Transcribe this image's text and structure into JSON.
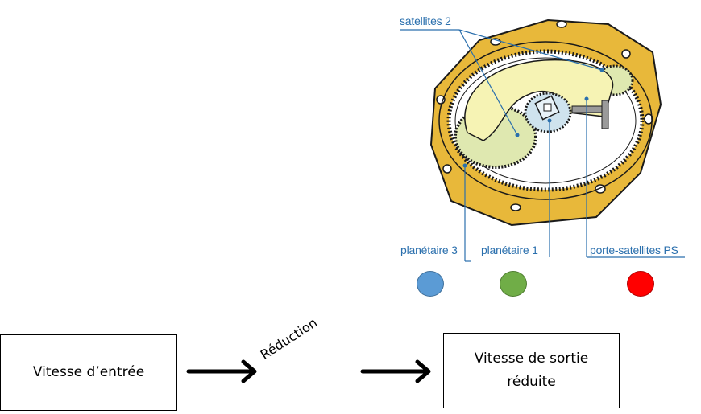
{
  "diagram": {
    "title": "Planetary gear reducer cutaway",
    "labels": {
      "satellites": "satellites 2",
      "sun3": "planétaire 3",
      "sun1": "planétaire 1",
      "carrier": "porte-satellites PS"
    },
    "colors": {
      "label": "#2a6fad",
      "housing": "#e8b83a",
      "planets": "#dfe8b0",
      "carrier": "#f6f3b4",
      "sun": "#cfe3ee"
    }
  },
  "legend_dots": [
    {
      "name": "planetaire-3",
      "color": "#5b9bd5"
    },
    {
      "name": "planetaire-1",
      "color": "#70ad47"
    },
    {
      "name": "porte-satellites",
      "color": "#ff0000"
    }
  ],
  "flow": {
    "input_box": "Vitesse d’entrée",
    "process_label": "Réduction",
    "output_box_line1": "Vitesse de sortie",
    "output_box_line2": "réduite"
  }
}
